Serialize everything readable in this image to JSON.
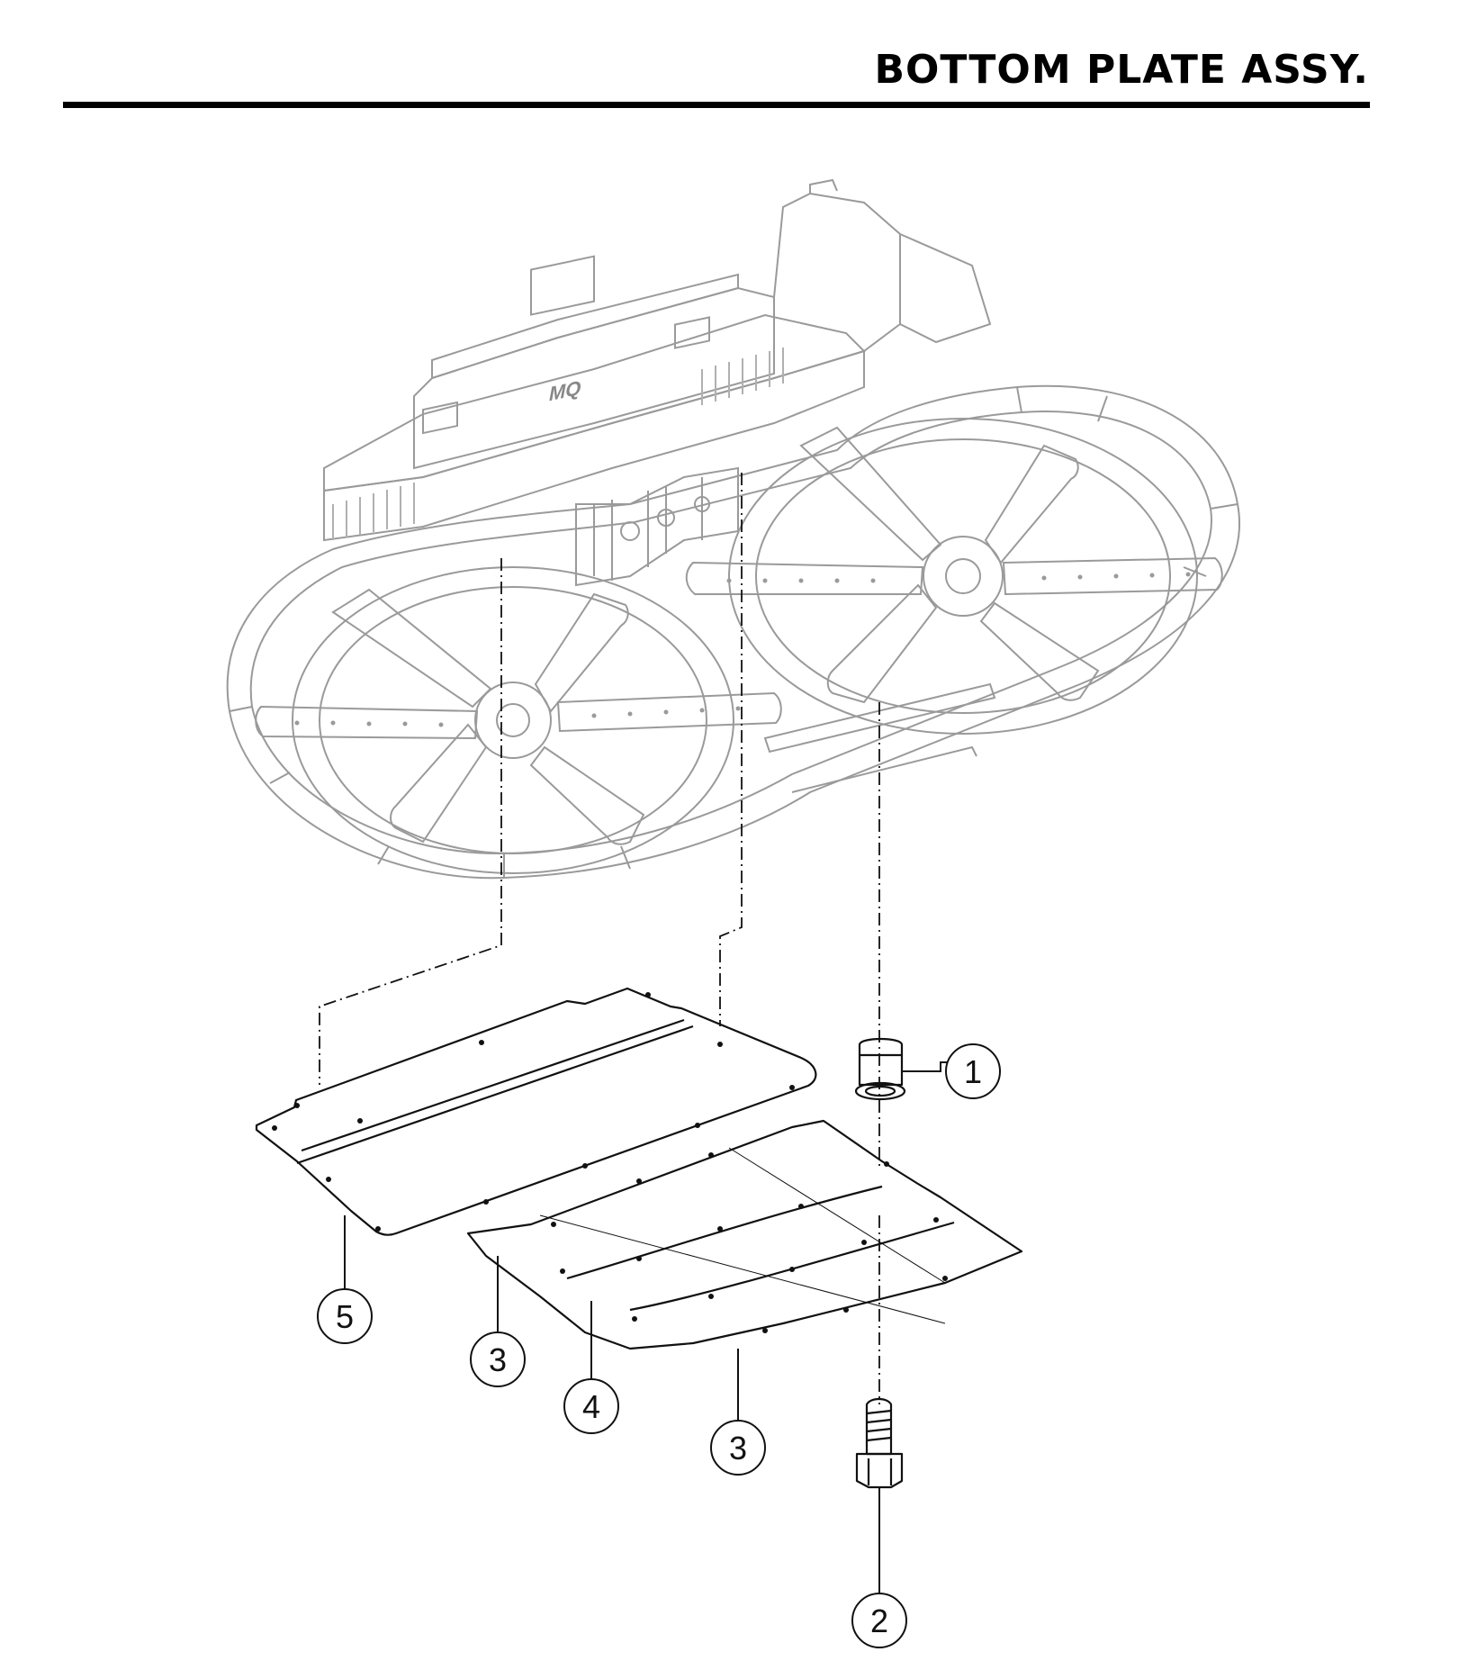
{
  "header": {
    "title": "BOTTOM PLATE ASSY."
  },
  "logo": {
    "text": "MQ"
  },
  "callouts": [
    {
      "id": "c1",
      "label": "1"
    },
    {
      "id": "c2",
      "label": "2"
    },
    {
      "id": "c3a",
      "label": "3"
    },
    {
      "id": "c4",
      "label": "4"
    },
    {
      "id": "c3b",
      "label": "3"
    },
    {
      "id": "c5",
      "label": "5"
    }
  ],
  "colors": {
    "machine_line": "#9a9a9a",
    "part_line": "#111111",
    "background": "#ffffff"
  }
}
